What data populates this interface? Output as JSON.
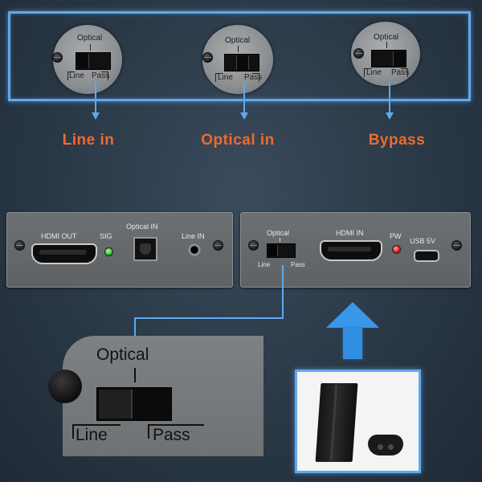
{
  "top_switches": [
    {
      "top_label": "Optical",
      "left_label": "Line",
      "right_label": "Pass"
    },
    {
      "top_label": "Optical",
      "left_label": "Line",
      "right_label": "Pass"
    },
    {
      "top_label": "Optical",
      "left_label": "Line",
      "right_label": "Pass"
    }
  ],
  "modes": [
    "Line in",
    "Optical in",
    "Bypass"
  ],
  "left_panel": {
    "hdmi_out": "HDMI OUT",
    "sig": "SIG",
    "optical_in": "Optical IN",
    "line_in": "Line IN"
  },
  "right_panel": {
    "switch_top": "Optical",
    "switch_left": "Line",
    "switch_right": "Pass",
    "hdmi_in": "HDMI IN",
    "pw": "PW",
    "usb": "USB 5V"
  },
  "zoom_switch": {
    "top_label": "Optical",
    "left_label": "Line",
    "right_label": "Pass"
  },
  "colors": {
    "accent_blue": "#5ea9ef",
    "mode_orange": "#ef6a2c",
    "background": "#2a3846"
  }
}
